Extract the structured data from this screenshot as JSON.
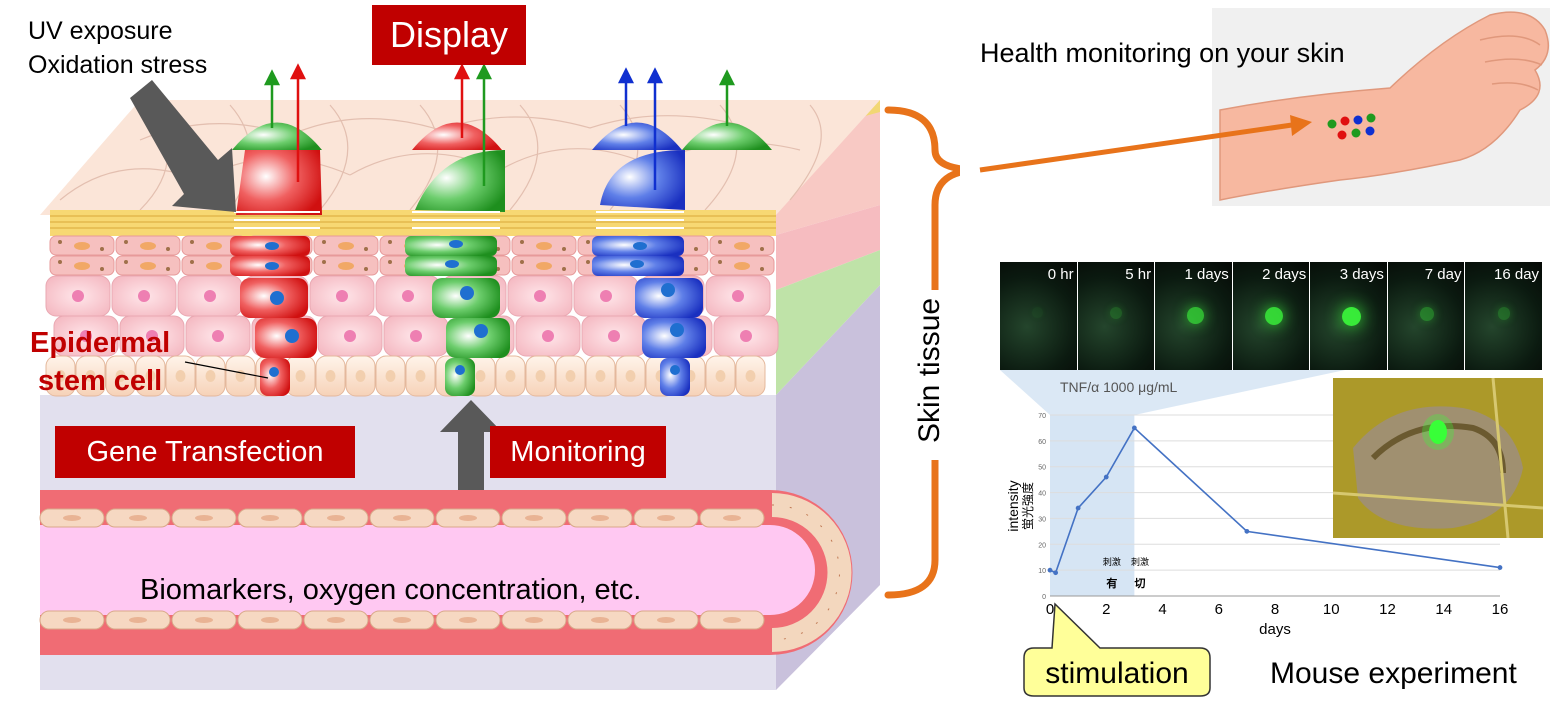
{
  "labels": {
    "uv_line1": "UV exposure",
    "uv_line2": "Oxidation stress",
    "display": "Display",
    "epidermal_line1": "Epidermal",
    "epidermal_line2": "stem cell",
    "gene_transfection": "Gene Transfection",
    "monitoring": "Monitoring",
    "biomarkers": "Biomarkers, oxygen concentration, etc.",
    "skin_tissue": "Skin tissue",
    "health_monitoring": "Health monitoring on your skin",
    "stimulation": "stimulation",
    "mouse_experiment": "Mouse experiment"
  },
  "timelapse": {
    "frames": [
      "0 hr",
      "5 hr",
      "1 days",
      "2 days",
      "3 days",
      "7 day",
      "16 day"
    ],
    "glow": [
      0.05,
      0.2,
      0.65,
      0.8,
      0.9,
      0.35,
      0.25
    ]
  },
  "colors": {
    "red_box": "#c00000",
    "orange": "#e8731a",
    "line": "#4472c4",
    "callout_fill": "#ffff99",
    "cell_red": "#e02020",
    "cell_green": "#2aa02a",
    "cell_blue": "#1f3fd0"
  },
  "chart_data": {
    "type": "line",
    "title": "TNF/α  1000 μg/mL",
    "xlabel": "days",
    "ylabel": "intensity",
    "ylabel_jp": "蛍光強度",
    "x": [
      0,
      0.2,
      1,
      2,
      3,
      7,
      16
    ],
    "y": [
      10,
      9,
      34,
      46,
      65,
      25,
      11
    ],
    "xlim": [
      0,
      16
    ],
    "ylim": [
      0,
      70
    ],
    "xticks": [
      0,
      2,
      4,
      6,
      8,
      10,
      12,
      14,
      16
    ],
    "yticks": [
      0,
      10,
      20,
      30,
      40,
      50,
      60,
      70
    ],
    "shaded_region": [
      0,
      3
    ],
    "annotations": [
      {
        "top": "刺激",
        "bottom": "有",
        "x": 2.2
      },
      {
        "top": "刺激",
        "bottom": "切",
        "x": 3.2
      }
    ],
    "grid": true
  }
}
